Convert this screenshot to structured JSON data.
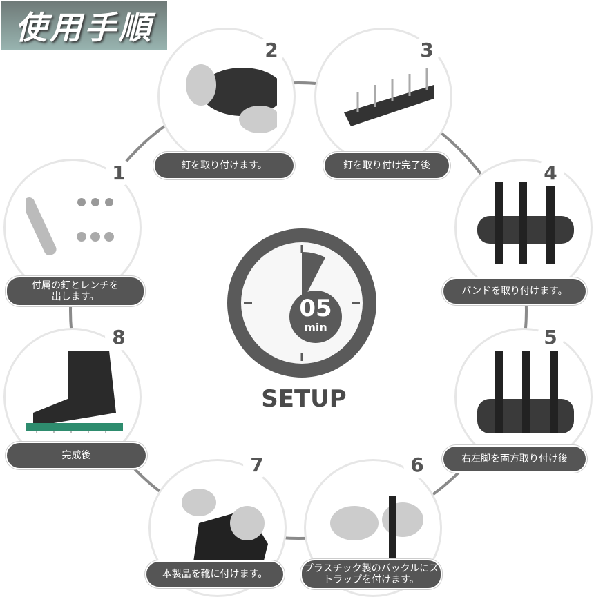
{
  "title": "使用手順",
  "timer": {
    "value": "05",
    "unit": "min",
    "label": "SETUP"
  },
  "steps": [
    {
      "number": "1",
      "label": "付属の釘とレンチを出します。"
    },
    {
      "number": "2",
      "label": "釘を取り付けます。"
    },
    {
      "number": "3",
      "label": "釘を取り付け完了後"
    },
    {
      "number": "4",
      "label": "バンドを取り付けます。"
    },
    {
      "number": "5",
      "label": "右左脚を両方取り付け後"
    },
    {
      "number": "6",
      "label": "プラスチック製のバックルにストラップを付けます。"
    },
    {
      "number": "7",
      "label": "本製品を靴に付けます。"
    },
    {
      "number": "8",
      "label": "完成後"
    }
  ]
}
